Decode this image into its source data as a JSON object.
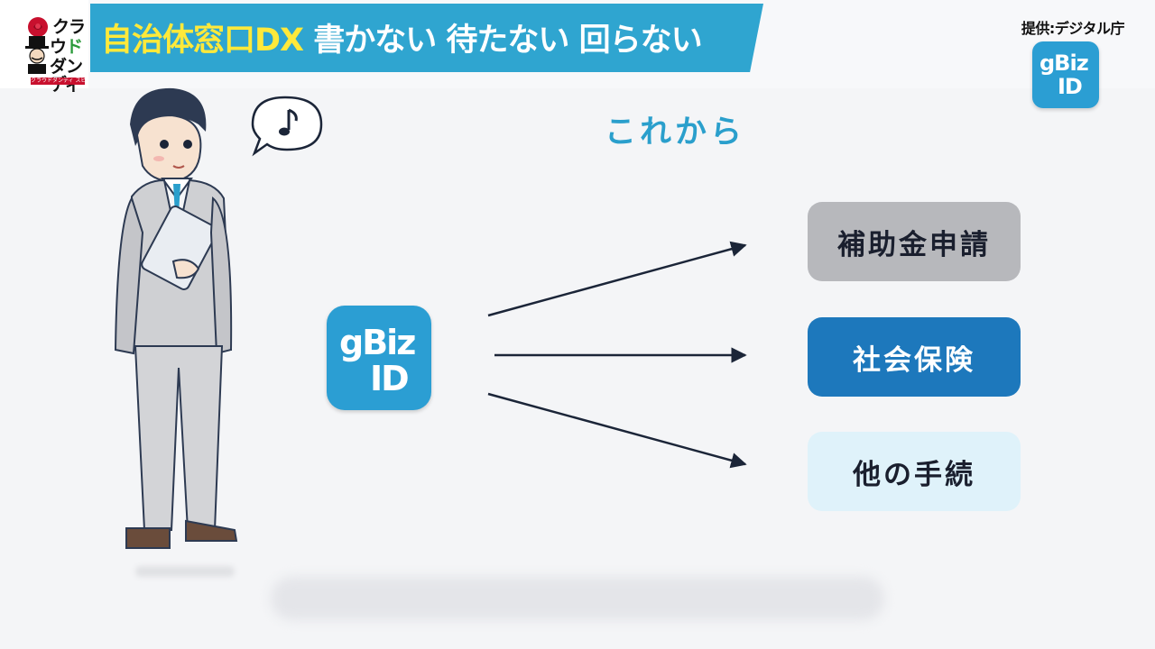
{
  "header": {
    "logo": {
      "line1": "クラ",
      "line2_a": "ウ",
      "line2_b": "ド",
      "line3": "ダンディ",
      "strip_text": "クラウドダンディ スピンオフ"
    },
    "title_highlight": "自治体窓口DX",
    "title_rest": " 書かない 待たない 回らない",
    "credit": "提供:デジタル庁"
  },
  "gbiz_icon": {
    "line1": "gBiz",
    "line2": "ID"
  },
  "main": {
    "heading": "これから",
    "services": [
      {
        "label": "補助金申請"
      },
      {
        "label": "社会保険"
      },
      {
        "label": "他の手続"
      }
    ]
  },
  "colors": {
    "banner": "#2fa5d0",
    "highlight": "#ffe93a",
    "accent": "#2a9fcc",
    "pill_gray": "#b7b8bc",
    "pill_blue": "#1d78bc",
    "pill_light": "#dff2fa",
    "gbiz": "#2b9ed3"
  },
  "icons": [
    "rose-icon",
    "music-note-icon",
    "gbiz-id-app-icon",
    "arrow-right-icon"
  ]
}
